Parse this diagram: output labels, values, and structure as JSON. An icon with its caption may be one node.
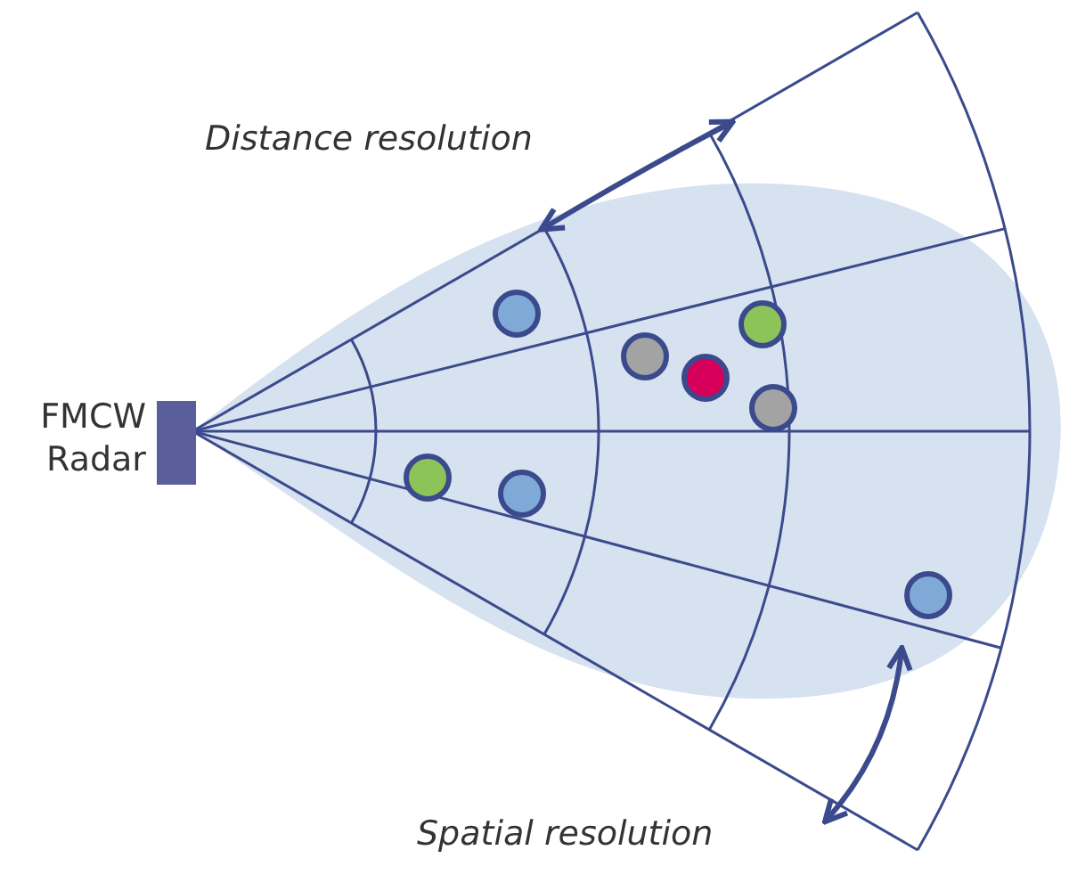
{
  "diagram": {
    "labels": [
      "Distance resolution",
      "FMCW Radar",
      "Spatial resolution"
    ]
  }
}
